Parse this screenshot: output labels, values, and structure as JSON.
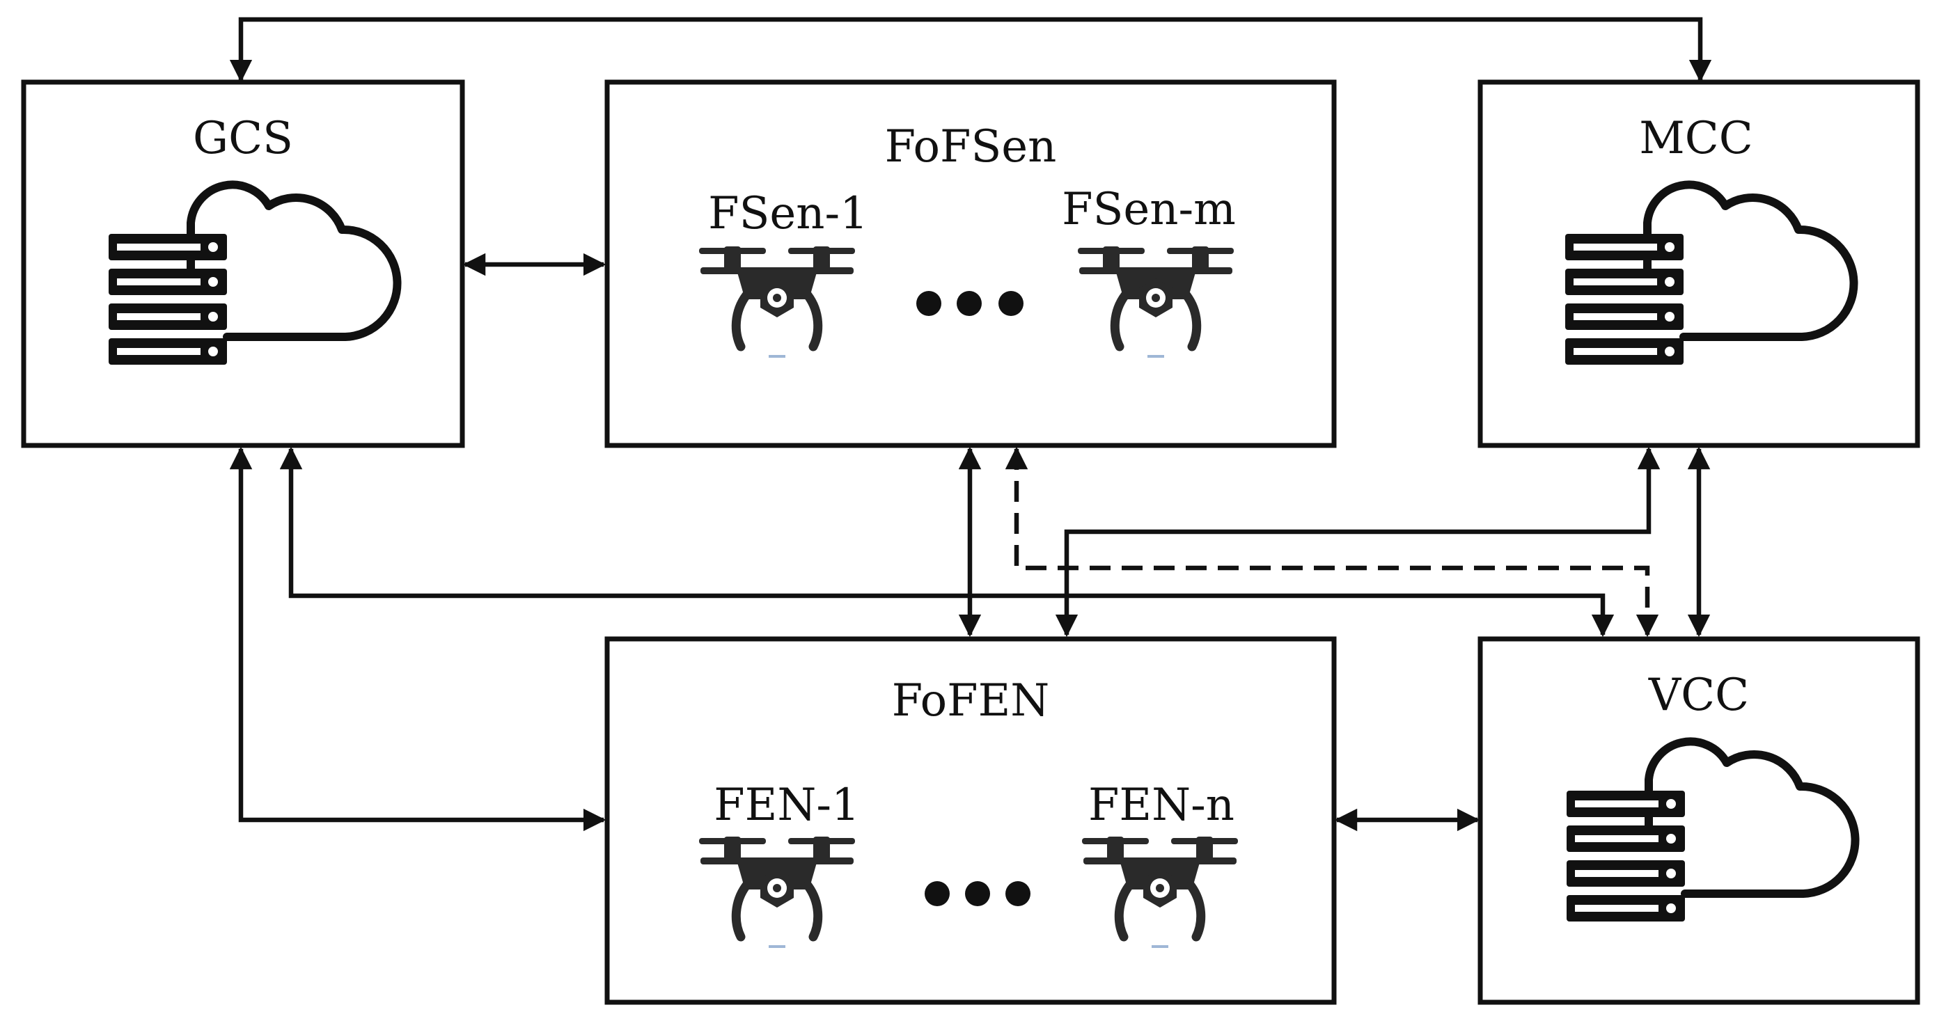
{
  "diagram": {
    "nodes": {
      "gcs": {
        "label": "GCS"
      },
      "fofsen": {
        "label": "FoFSen",
        "first": "FSen-1",
        "last": "FSen-m"
      },
      "mcc": {
        "label": "MCC"
      },
      "fofen": {
        "label": "FoFEN",
        "first": "FEN-1",
        "last": "FEN-n"
      },
      "vcc": {
        "label": "VCC"
      }
    },
    "icons": {
      "server_cloud": "server-cloud-icon",
      "drone": "drone-icon",
      "ellipsis": "ellipsis-icon"
    },
    "colors": {
      "stroke": "#111111",
      "background": "#ffffff"
    }
  }
}
